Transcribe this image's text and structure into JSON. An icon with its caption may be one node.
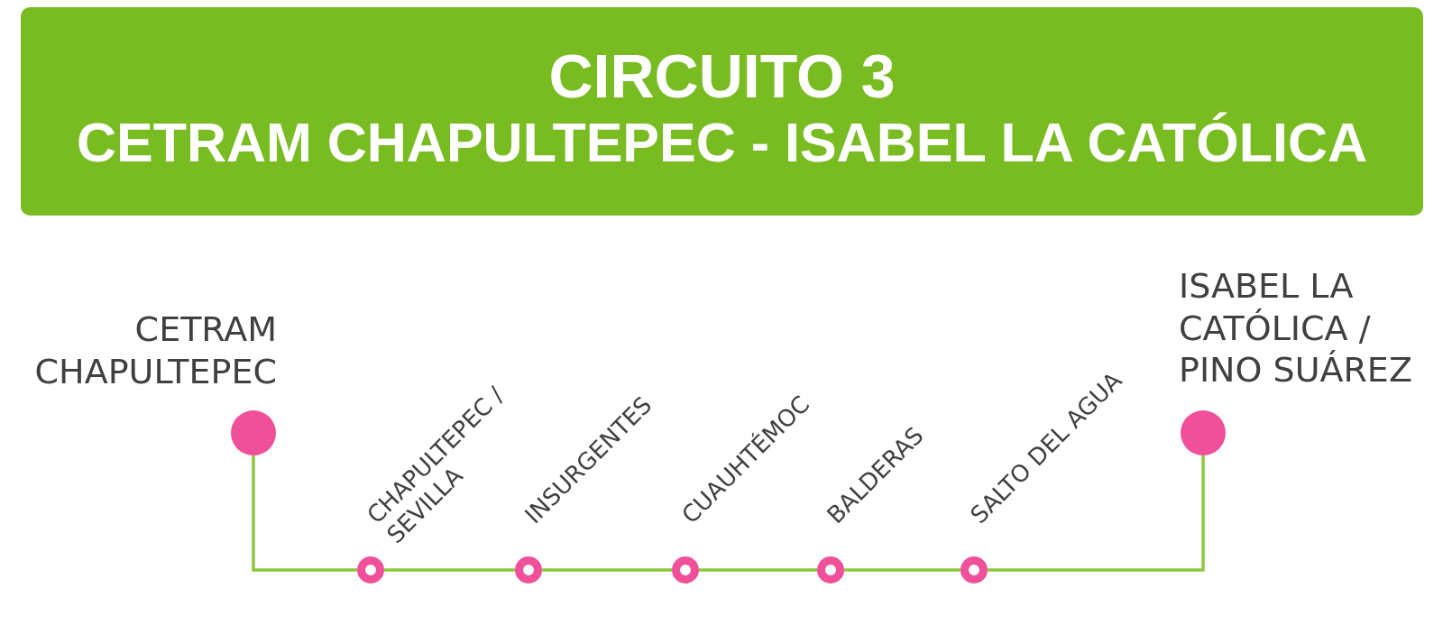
{
  "diagram": {
    "nodes": [
      {
        "text": [
          "CIRCUITO 3",
          "CETRAM CHAPULTEPEC - ISABEL LA CATÓLICA"
        ]
      },
      {
        "text": [],
        "shape": "circle",
        "beside": [
          "CETRAM CHAPULTEPEC"
        ]
      },
      {
        "text": [],
        "shape": "ring",
        "beside": [
          "CHAPULTEPEC / SEVILLA"
        ]
      },
      {
        "text": [],
        "shape": "ring",
        "beside": [
          "INSURGENTES"
        ]
      },
      {
        "text": [],
        "shape": "ring",
        "beside": [
          "CUAUHTÉMOC"
        ]
      },
      {
        "text": [],
        "shape": "ring",
        "beside": [
          "BALDERAS"
        ]
      },
      {
        "text": [],
        "shape": "ring",
        "beside": [
          "SALTO DEL AGUA"
        ]
      },
      {
        "text": [],
        "shape": "circle",
        "beside": [
          "ISABEL LA CATÓLICA / PINO SUÁREZ"
        ]
      }
    ],
    "edges": [
      {
        "from": 1,
        "to": 2,
        "arrow": "none"
      },
      {
        "from": 2,
        "to": 3,
        "arrow": "none"
      },
      {
        "from": 3,
        "to": 4,
        "arrow": "none"
      },
      {
        "from": 4,
        "to": 5,
        "arrow": "none"
      },
      {
        "from": 5,
        "to": 6,
        "arrow": "none"
      },
      {
        "from": 6,
        "to": 7,
        "arrow": "none"
      }
    ]
  }
}
